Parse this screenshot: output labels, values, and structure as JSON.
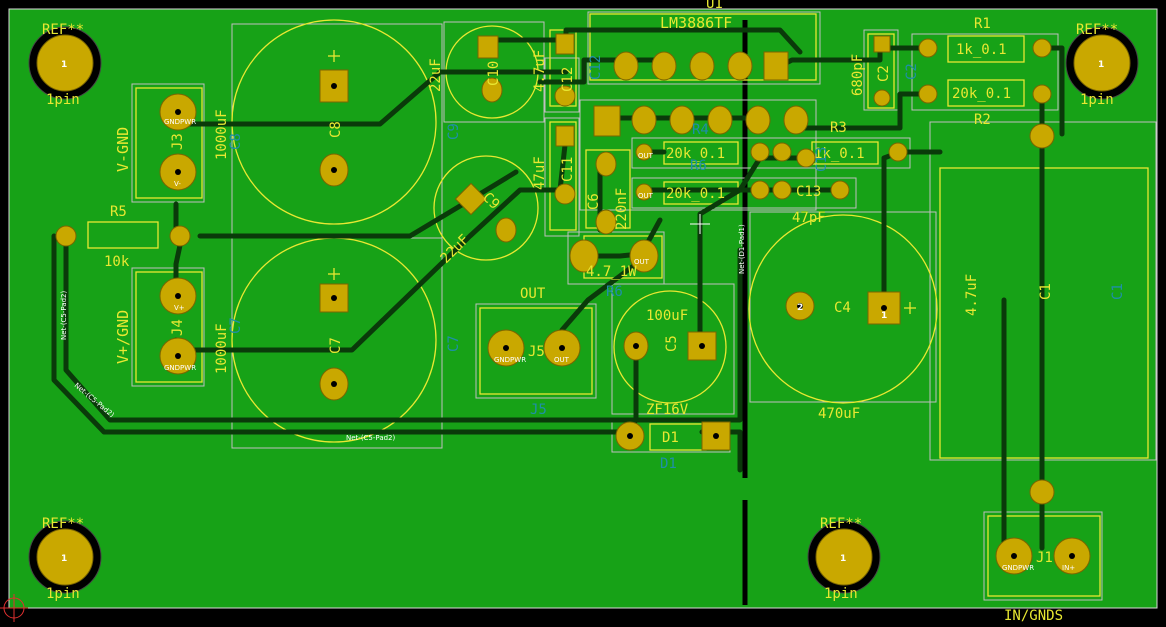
{
  "board": {
    "bg": "#17a217",
    "trace": "#0a3a0a",
    "silk": "#e8e832",
    "fab": "#1f8fa8",
    "courtyard": "#c9c9c9",
    "pad": "#c9a800"
  },
  "refs": {
    "u1": "U1",
    "lm": "LM3886TF",
    "r1": "R1",
    "r2": "R2",
    "r3": "R3",
    "r4": "R4",
    "r5": "R5",
    "r6": "R6",
    "c1": "C1",
    "c2": "C2",
    "c4": "C4",
    "c5": "C5",
    "c6": "C6",
    "c7": "C7",
    "c8": "C8",
    "c9": "C9",
    "c10": "C10",
    "c11": "C11",
    "c12": "C12",
    "c13": "C13",
    "d1": "D1",
    "j1": "J1",
    "j3": "J3",
    "j4": "J4",
    "j5": "J5",
    "ref": "REF**"
  },
  "values": {
    "r1": "1k_0.1",
    "r2": "20k_0.1",
    "r3": "1k_0.1",
    "r4": "20k_0.1",
    "r5": "10k",
    "r6": "4.7_1W",
    "c1": "4.7uF",
    "c2": "680pF",
    "c4": "470uF",
    "c5": "100uF",
    "c6": "220nF",
    "c7": "1000uF",
    "c8": "1000uF",
    "c9": "22uF",
    "c10": "22uF",
    "c11": "47uF",
    "c12": "4.7uF",
    "c13": "47pF",
    "d1": "ZF16V",
    "mh": "1pin"
  },
  "connectors": {
    "vgnd": "V-GND",
    "vpgnd": "V+/GND",
    "out": "OUT",
    "in": "IN/GNDS"
  },
  "pins": {
    "gndpwr": "GNDPWR",
    "vminus": "V-",
    "vplus": "V+",
    "out": "OUT",
    "inplus": "IN+",
    "one": "1",
    "two": "2"
  },
  "nets": {
    "c5pad2a": "Net-(C5-Pad2)",
    "c5pad2b": "Net-(C5-Pad2)",
    "c5pad2c": "Net-(C5-Pad2)",
    "d1pad": "Net-(D1-Pad1)"
  }
}
